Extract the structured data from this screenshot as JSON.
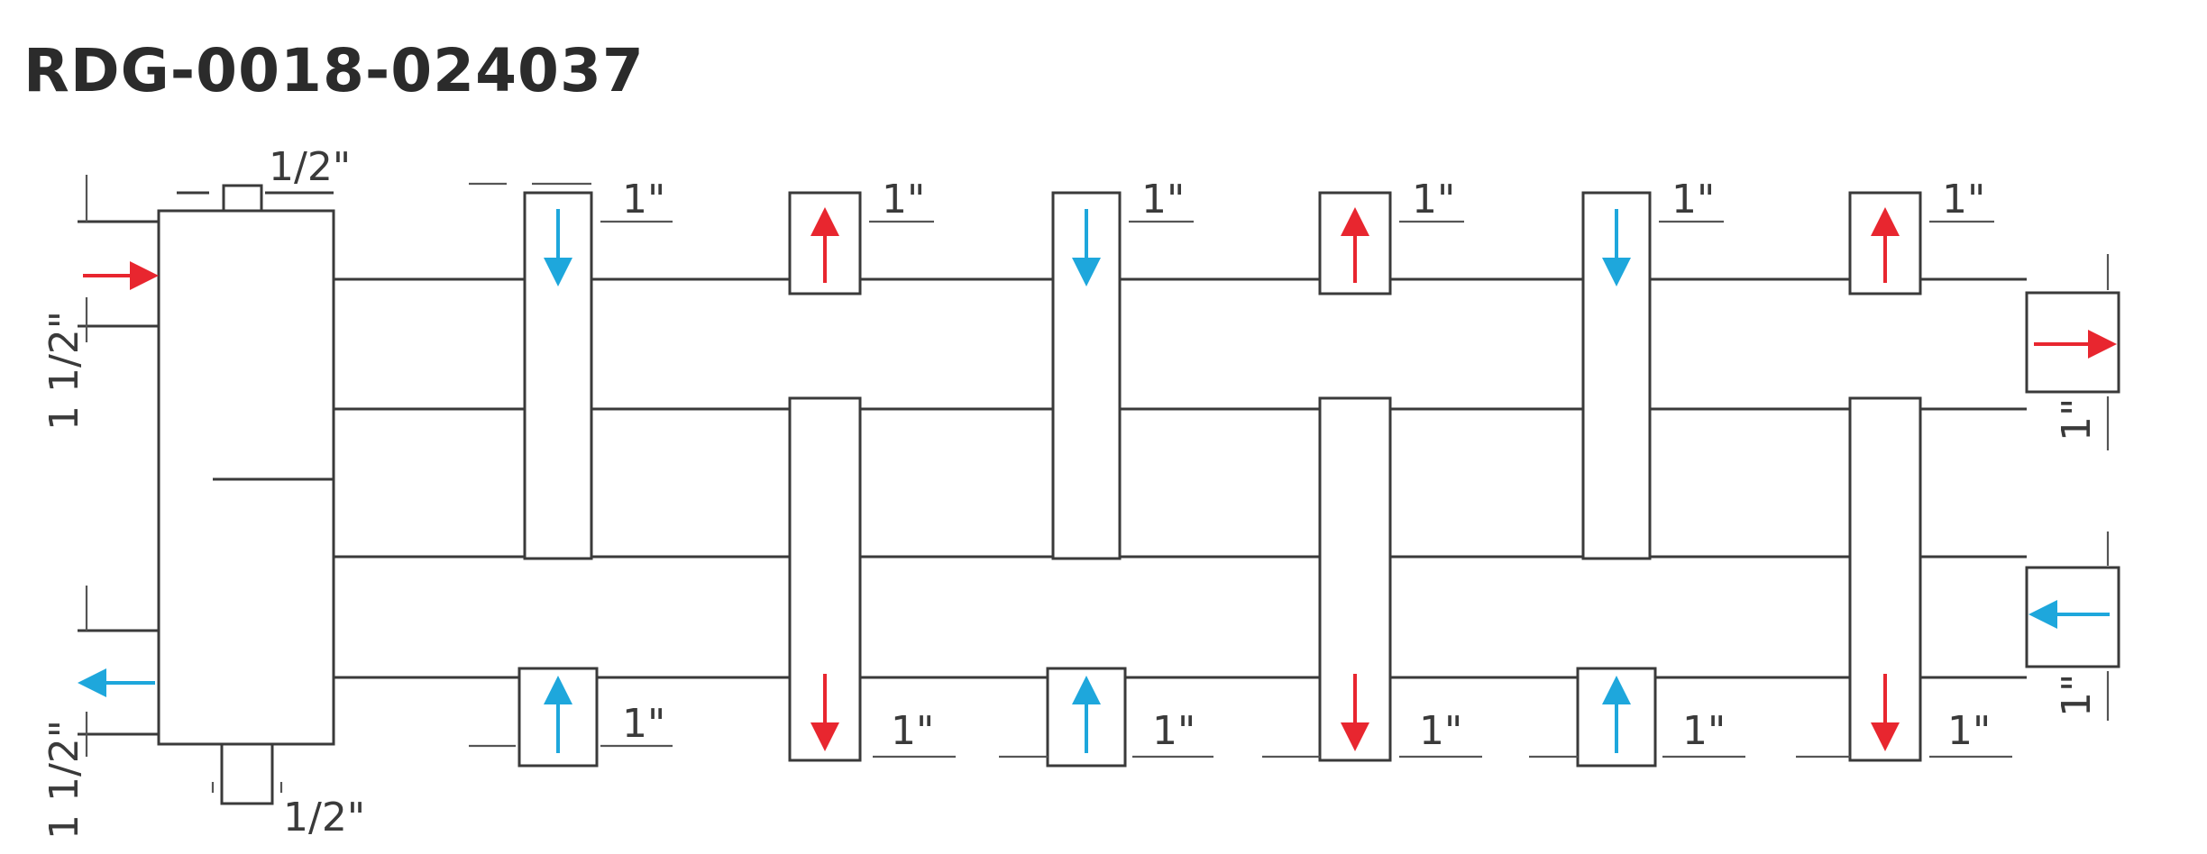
{
  "title": "RDG-0018-024037",
  "dimensions": {
    "top_connection": "1/2\"",
    "bottom_connection": "1/2\"",
    "left_upper_side": "1 1/2\"",
    "left_lower_side": "1 1/2\"",
    "right_upper_side": "1\"",
    "right_lower_side": "1\"",
    "top_outlets": [
      "1\"",
      "1\"",
      "1\"",
      "1\"",
      "1\"",
      "1\""
    ],
    "bottom_outlets": [
      "1\"",
      "1\"",
      "1\"",
      "1\"",
      "1\"",
      "1\""
    ]
  },
  "flow_colors": {
    "supply": "#e8262f",
    "return": "#1ea7dc"
  },
  "arrows": {
    "left_top": "supply-right",
    "left_bottom": "return-left",
    "right_top": "supply-right",
    "right_bottom": "return-left",
    "top_outlets": [
      "return-down",
      "supply-up",
      "return-down",
      "supply-up",
      "return-down",
      "supply-up"
    ],
    "bottom_outlets": [
      "return-up",
      "supply-down",
      "return-up",
      "supply-down",
      "return-up",
      "supply-down"
    ]
  }
}
